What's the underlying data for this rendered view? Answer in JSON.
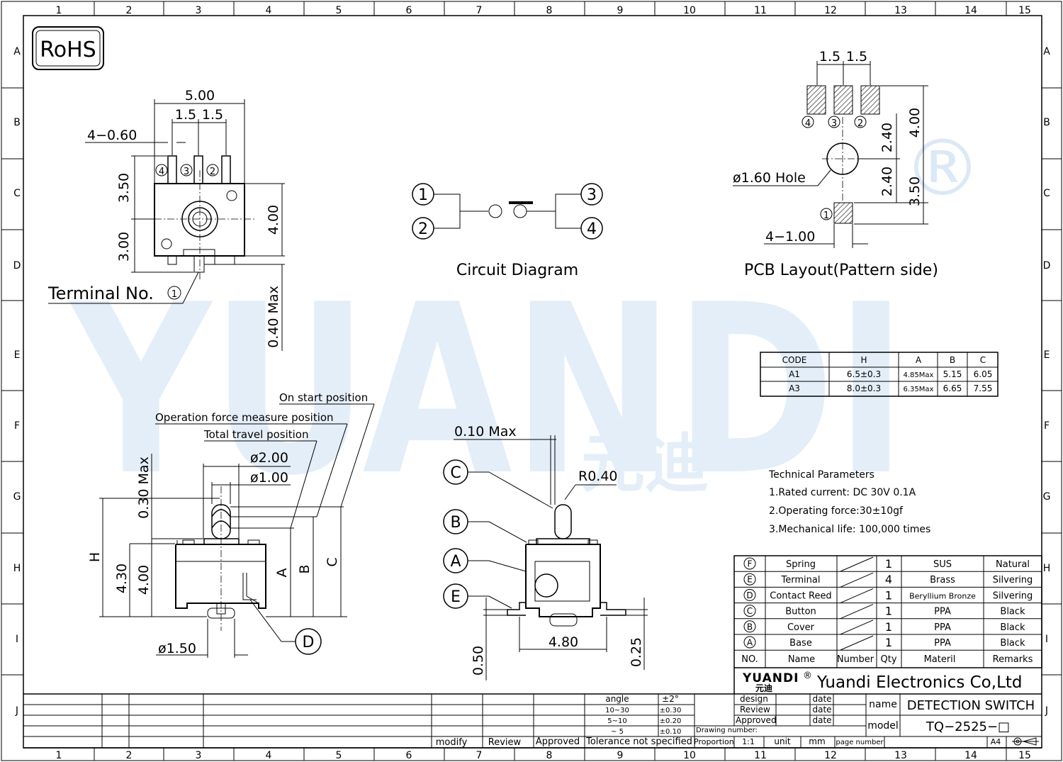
{
  "frame": {
    "columns": [
      "1",
      "2",
      "3",
      "4",
      "5",
      "6",
      "7",
      "8",
      "9",
      "10",
      "11",
      "12",
      "13",
      "14",
      "15"
    ],
    "rows": [
      "A",
      "B",
      "C",
      "D",
      "E",
      "F",
      "G",
      "H",
      "I",
      "J"
    ]
  },
  "rohs": "RoHS",
  "watermark": {
    "text": "YUANDI",
    "chinese": "元迪",
    "mark": "®"
  },
  "top_view": {
    "dim_width": "5.00",
    "dim_pitch_1": "1.5",
    "dim_pitch_2": "1.5",
    "dim_pin": "4−0.60",
    "dim_left_upper": "3.50",
    "dim_left_lower": "3.00",
    "dim_right": "4.00",
    "dim_bottom": "0.40 Max",
    "terminal_label": "Terminal No.",
    "pins": [
      "4",
      "3",
      "2",
      "1"
    ]
  },
  "circuit": {
    "title": "Circuit Diagram",
    "pins": [
      "1",
      "2",
      "3",
      "4"
    ]
  },
  "pcb": {
    "title": "PCB Layout(Pattern side)",
    "dim_pitch_1": "1.5",
    "dim_pitch_2": "1.5",
    "dim_upper": "2.40",
    "dim_lower": "2.40",
    "dim_total_upper": "4.00",
    "dim_total_lower": "3.50",
    "hole": "ø1.60 Hole",
    "pad": "4−1.00",
    "pins": [
      "4",
      "3",
      "2",
      "1"
    ]
  },
  "code_table": {
    "headers": [
      "CODE",
      "H",
      "A",
      "B",
      "C"
    ],
    "rows": [
      [
        "A1",
        "6.5±0.3",
        "4.85Max",
        "5.15",
        "6.05"
      ],
      [
        "A3",
        "8.0±0.3",
        "6.35Max",
        "6.65",
        "7.55"
      ]
    ]
  },
  "tech": {
    "title": "Technical Parameters",
    "items": [
      "1.Rated current: DC 30V 0.1A",
      "2.Operating force:30±10gf",
      "3.Mechanical life: 100,000 times"
    ]
  },
  "side_view": {
    "on_start": "On start position",
    "op_force": "Operation force measure position",
    "total_travel": "Total travel position",
    "dia_2": "ø2.00",
    "dia_1": "ø1.00",
    "max_030": "0.30 Max",
    "h": "H",
    "d430": "4.30",
    "d400": "4.00",
    "a": "A",
    "b": "B",
    "c": "C",
    "dia_150": "ø1.50",
    "part_d": "D"
  },
  "front_view": {
    "max_010": "0.10 Max",
    "r040": "R0.40",
    "parts": [
      "C",
      "B",
      "A",
      "E"
    ],
    "d480": "4.80",
    "d050": "0.50",
    "d025": "0.25"
  },
  "bom": {
    "rows": [
      [
        "F",
        "Spring",
        "1",
        "SUS",
        "Natural"
      ],
      [
        "E",
        "Terminal",
        "4",
        "Brass",
        "Silvering"
      ],
      [
        "D",
        "Contact Reed",
        "1",
        "Beryllium Bronze",
        "Silvering"
      ],
      [
        "C",
        "Button",
        "1",
        "PPA",
        "Black"
      ],
      [
        "B",
        "Cover",
        "1",
        "PPA",
        "Black"
      ],
      [
        "A",
        "Base",
        "1",
        "PPA",
        "Black"
      ]
    ],
    "headers": [
      "NO.",
      "Name",
      "Number",
      "Qty",
      "Materil",
      "Remarks"
    ]
  },
  "title_block": {
    "company": "Yuandi Electronics Co,Ltd",
    "logo": "YUANDI",
    "logo_sub": "元迪",
    "logo_mark": "®",
    "tol_rows": [
      [
        "angle",
        "±2°"
      ],
      [
        "10~30",
        "±0.30"
      ],
      [
        "5~10",
        "±0.20"
      ],
      [
        "~ 5",
        "±0.10"
      ]
    ],
    "tol_label": "Tolerance not specified",
    "modify": "modify",
    "review": "Review",
    "approved": "Approved",
    "design": "design",
    "review2": "Review",
    "approved2": "Approved",
    "date": "date",
    "drawing_number": "Drawing number:",
    "proportion": "Proportion",
    "scale": "1:1",
    "unit": "unit",
    "mm": "mm",
    "page_number": "page number",
    "a4": "A4",
    "name_label": "name",
    "name_value": "DETECTION SWITCH",
    "model_label": "model",
    "model_value": "TQ−2525−□"
  }
}
